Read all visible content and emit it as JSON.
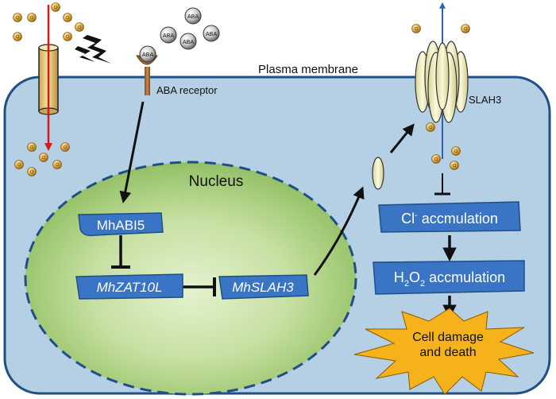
{
  "labels": {
    "plasma_membrane": "Plasma membrane",
    "aba_receptor": "ABA receptor",
    "nucleus": "Nucleus",
    "slah3": "SLAH3",
    "aba": "ABA",
    "cl": "Cl",
    "cl_charge": "-"
  },
  "boxes": {
    "mhabi5": "MhABI5",
    "mhzat10l": "MhZAT10L",
    "mhslah3": "MhSLAH3",
    "cl_accumulation": {
      "ion": "Cl",
      "charge": "-",
      "text": " accmulation"
    },
    "h2o2_accumulation": {
      "h": "H",
      "sub1": "2",
      "o": "O",
      "sub2": "2",
      "text": " accmulation"
    }
  },
  "damage": {
    "line1": "Cell damage",
    "line2": "and death"
  },
  "colors": {
    "cell_fill": "#b5cfe4",
    "cell_stroke": "#1f4f86",
    "box_fill": "#3a74c4",
    "nucleus_light": "#dcedc0",
    "nucleus_dark": "#8fbf5e",
    "star_fill": "#f5b21a",
    "channel_fill": "#f1ecbb",
    "ion_fill": "#d9a233",
    "red_arrow": "#d41a1a",
    "blue_arrow": "#2a64b3"
  }
}
